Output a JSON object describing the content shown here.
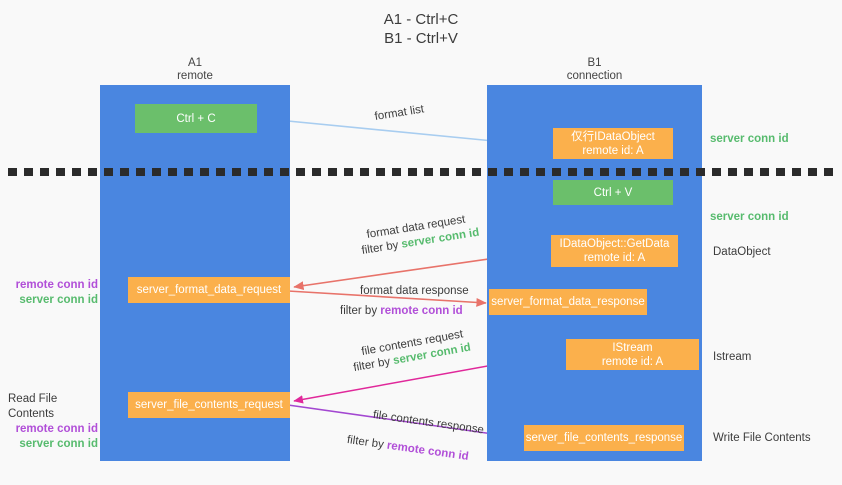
{
  "title": {
    "line1": "A1 - Ctrl+C",
    "line2": "B1 - Ctrl+V"
  },
  "colors": {
    "lane": "#4a86e0",
    "node_orange": "#fbb04c",
    "node_green": "#6bbf6b",
    "server_conn_id": "#57bb6e",
    "remote_conn_id": "#b14fd8",
    "arrow_blue": "#a8cdf0",
    "arrow_red": "#e8736a",
    "arrow_black": "#1f1f1f",
    "arrow_magenta": "#e0289a",
    "arrow_purple": "#a347d1",
    "background": "#f9f9f9"
  },
  "lanes": [
    {
      "id": "a1",
      "name": "A1",
      "role": "remote"
    },
    {
      "id": "b1",
      "name": "B1",
      "role": "connection"
    }
  ],
  "nodes": {
    "ctrl_c": {
      "label": "Ctrl + C",
      "color": "green"
    },
    "idataobject": {
      "label": "仅行IDataObject",
      "sub": "remote id: A",
      "color": "orange"
    },
    "ctrl_v": {
      "label": "Ctrl + V",
      "color": "green"
    },
    "getdata": {
      "label": "IDataObject::GetData",
      "sub": "remote id: A",
      "color": "orange"
    },
    "format_data_request": {
      "label": "server_format_data_request",
      "color": "orange"
    },
    "format_data_response": {
      "label": "server_format_data_response",
      "color": "orange"
    },
    "istream": {
      "label": "IStream",
      "sub": "remote id: A",
      "color": "orange"
    },
    "file_contents_request": {
      "label": "server_file_contents_request",
      "color": "orange"
    },
    "file_contents_response": {
      "label": "server_file_contents_response",
      "color": "orange"
    }
  },
  "edge_labels": {
    "format_list": "format list",
    "format_data_request": "format data request",
    "format_data_request_filter_prefix": "filter by ",
    "format_data_request_filter_value": "server conn id",
    "format_data_response": "format data response",
    "format_data_response_filter_prefix": "filter by ",
    "format_data_response_filter_value": "remote conn id",
    "file_contents_request": "file contents request",
    "file_contents_request_filter_prefix": "filter by ",
    "file_contents_request_filter_value": "server conn id",
    "file_contents_response": "file contents response",
    "file_contents_response_filter_prefix": "filter by ",
    "file_contents_response_filter_value": "remote conn id"
  },
  "right_notes": {
    "server_conn_id_1": "server conn id",
    "server_conn_id_2": "server conn id",
    "dataobject": "DataObject",
    "istream": "Istream",
    "write_file_contents": "Write File Contents"
  },
  "left_notes": {
    "remote_conn_id_1": "remote conn id",
    "server_conn_id_1": "server conn id",
    "read_file_contents": "Read File Contents",
    "remote_conn_id_2": "remote conn id",
    "server_conn_id_2": "server conn id"
  }
}
